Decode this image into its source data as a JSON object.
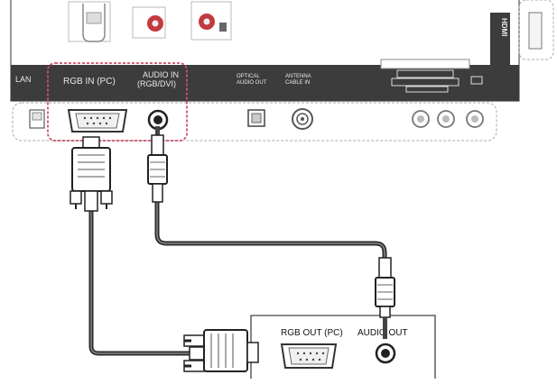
{
  "tv_panel": {
    "lan_label": "LAN",
    "rgb_in_label": "RGB IN (PC)",
    "audio_in_label_line1": "AUDIO IN",
    "audio_in_label_line2": "(RGB/DVI)",
    "optical_label_line1": "OPTICAL",
    "optical_label_line2": "AUDIO OUT",
    "antenna_label_line1": "ANTENNA",
    "antenna_label_line2": "CABLE IN",
    "hdmi_label": "HDMI"
  },
  "pc_panel": {
    "rgb_out_label": "RGB OUT (PC)",
    "audio_out_label": "AUDIO OUT"
  },
  "colors": {
    "highlight_dash": "#d0506a",
    "red_jack": "#c23a3f",
    "panel_gray": "#3c3c3c",
    "cable": "#2a2a2a"
  }
}
